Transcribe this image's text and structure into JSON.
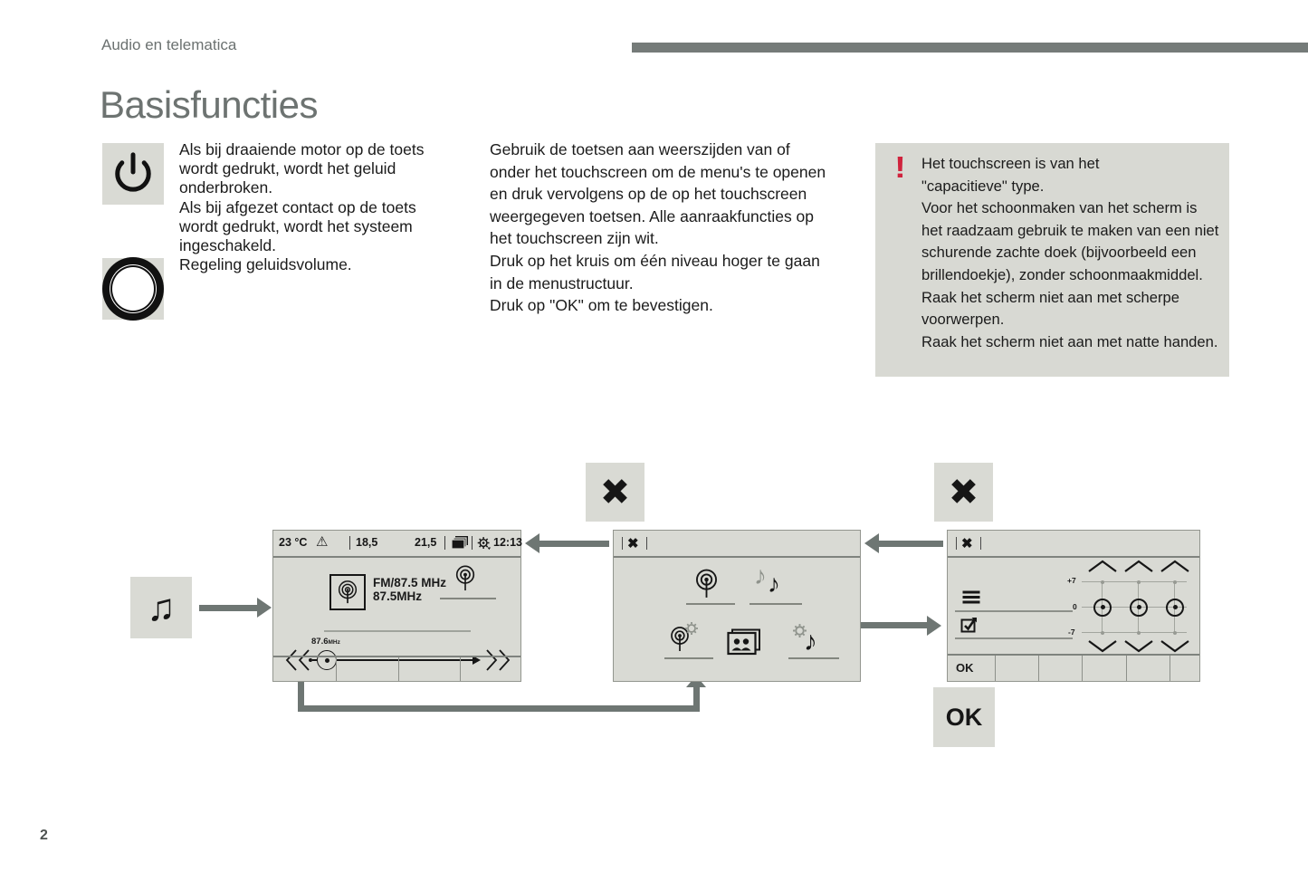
{
  "page": {
    "header": "Audio en telematica",
    "title": "Basisfuncties",
    "page_number": "2"
  },
  "colors": {
    "accent_red": "#d0233d",
    "panel_gray": "#d9dad4",
    "arrow_gray": "#6e7673",
    "header_gray": "#6b7170"
  },
  "icons": {
    "close": "✖",
    "music_note": "♪",
    "music_notes": "♫",
    "warning_triangle": "⚠",
    "exclamation": "!"
  },
  "intro": {
    "power_text": "Als bij draaiende motor op de toets\nwordt gedrukt, wordt het geluid\nonderbroken.\nAls bij afgezet contact op de toets\nwordt gedrukt, wordt het systeem\ningeschakeld.\nRegeling geluidsvolume.",
    "usage_text": "Gebruik de toetsen aan weerszijden van of\nonder het touchscreen om de menu's te openen\nen druk vervolgens op de op het touchscreen\nweergegeven toetsen. Alle aanraakfuncties op\nhet touchscreen zijn wit.\nDruk op het kruis om één niveau hoger te gaan\nin de menustructuur.\nDruk op \"OK\" om te bevestigen."
  },
  "warning": {
    "text": "Het touchscreen is van het\n\"capacitieve\" type.\nVoor het schoonmaken van het scherm is\nhet raadzaam gebruik te maken van een niet\nschurende zachte doek (bijvoorbeeld een\nbrillendoekje), zonder schoonmaakmiddel.\nRaak het scherm niet aan met scherpe\nvoorwerpen.\nRaak het scherm niet aan met natte handen."
  },
  "radio_screen": {
    "temp": "23 °C",
    "temp_left": "18,5",
    "temp_right": "21,5",
    "time": "12:13",
    "station_band": "FM/87.5 MHz",
    "station_freq": "87.5MHz",
    "tuner_value": "87.6",
    "tuner_unit": "MHz"
  },
  "settings_screen": {
    "eq_plus": "+7",
    "eq_zero": "0",
    "eq_minus": "-7",
    "ok_label": "OK"
  },
  "keys": {
    "ok": "OK"
  }
}
